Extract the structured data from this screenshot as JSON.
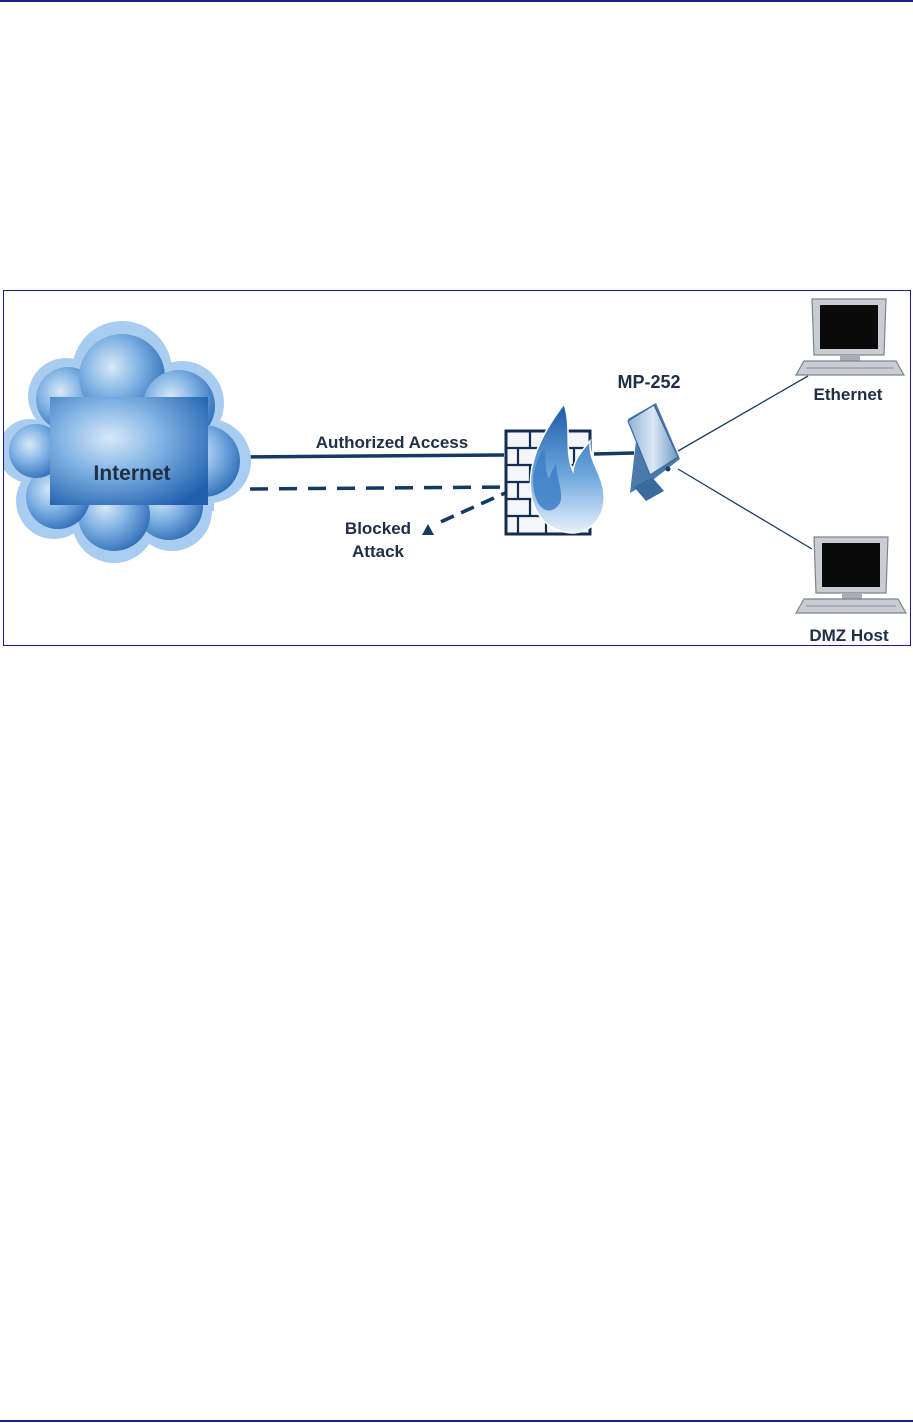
{
  "diagram": {
    "nodes": {
      "internet": "Internet",
      "device": "MP-252",
      "ethernet": "Ethernet",
      "dmz": "DMZ Host"
    },
    "links": {
      "authorized": "Authorized Access",
      "blocked_line1": "Blocked",
      "blocked_line2": "Attack"
    },
    "colors": {
      "frame": "#1b1f8c",
      "link": "#123a62",
      "cloud": "#2f6fb6",
      "label": "#1f2f45"
    }
  }
}
